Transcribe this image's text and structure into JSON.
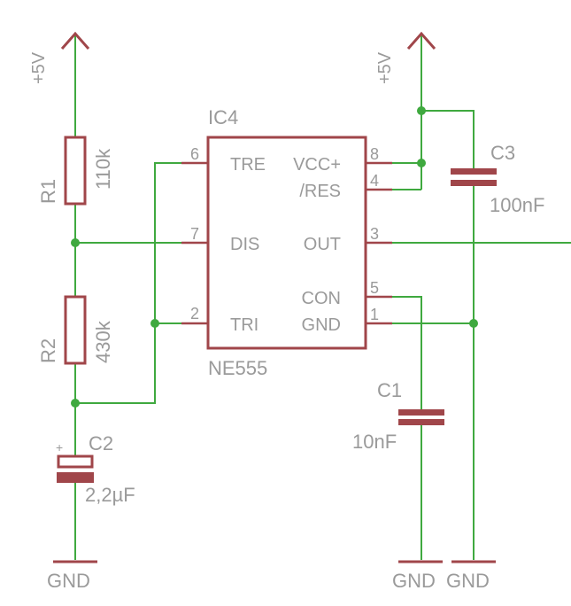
{
  "ic": {
    "ref": "IC4",
    "value": "NE555",
    "pins": {
      "tre": {
        "num": "6",
        "name": "TRE"
      },
      "vcc": {
        "num": "8",
        "name": "VCC+"
      },
      "res": {
        "num": "4",
        "name": "/RES"
      },
      "dis": {
        "num": "7",
        "name": "DIS"
      },
      "out": {
        "num": "3",
        "name": "OUT"
      },
      "con": {
        "num": "5",
        "name": "CON"
      },
      "tri": {
        "num": "2",
        "name": "TRI"
      },
      "gnd": {
        "num": "1",
        "name": "GND"
      }
    }
  },
  "resistors": {
    "r1": {
      "ref": "R1",
      "value": "110k"
    },
    "r2": {
      "ref": "R2",
      "value": "430k"
    }
  },
  "capacitors": {
    "c1": {
      "ref": "C1",
      "value": "10nF"
    },
    "c2": {
      "ref": "C2",
      "value": "2,2µF",
      "polarity": "+"
    },
    "c3": {
      "ref": "C3",
      "value": "100nF"
    }
  },
  "supplies": {
    "left": "+5V",
    "right": "+5V"
  },
  "grounds": {
    "left": "GND",
    "c1": "GND",
    "c3": "GND"
  },
  "colors": {
    "wire": "#3fa93f",
    "part": "#a0464a",
    "label": "#9a9a9a"
  }
}
